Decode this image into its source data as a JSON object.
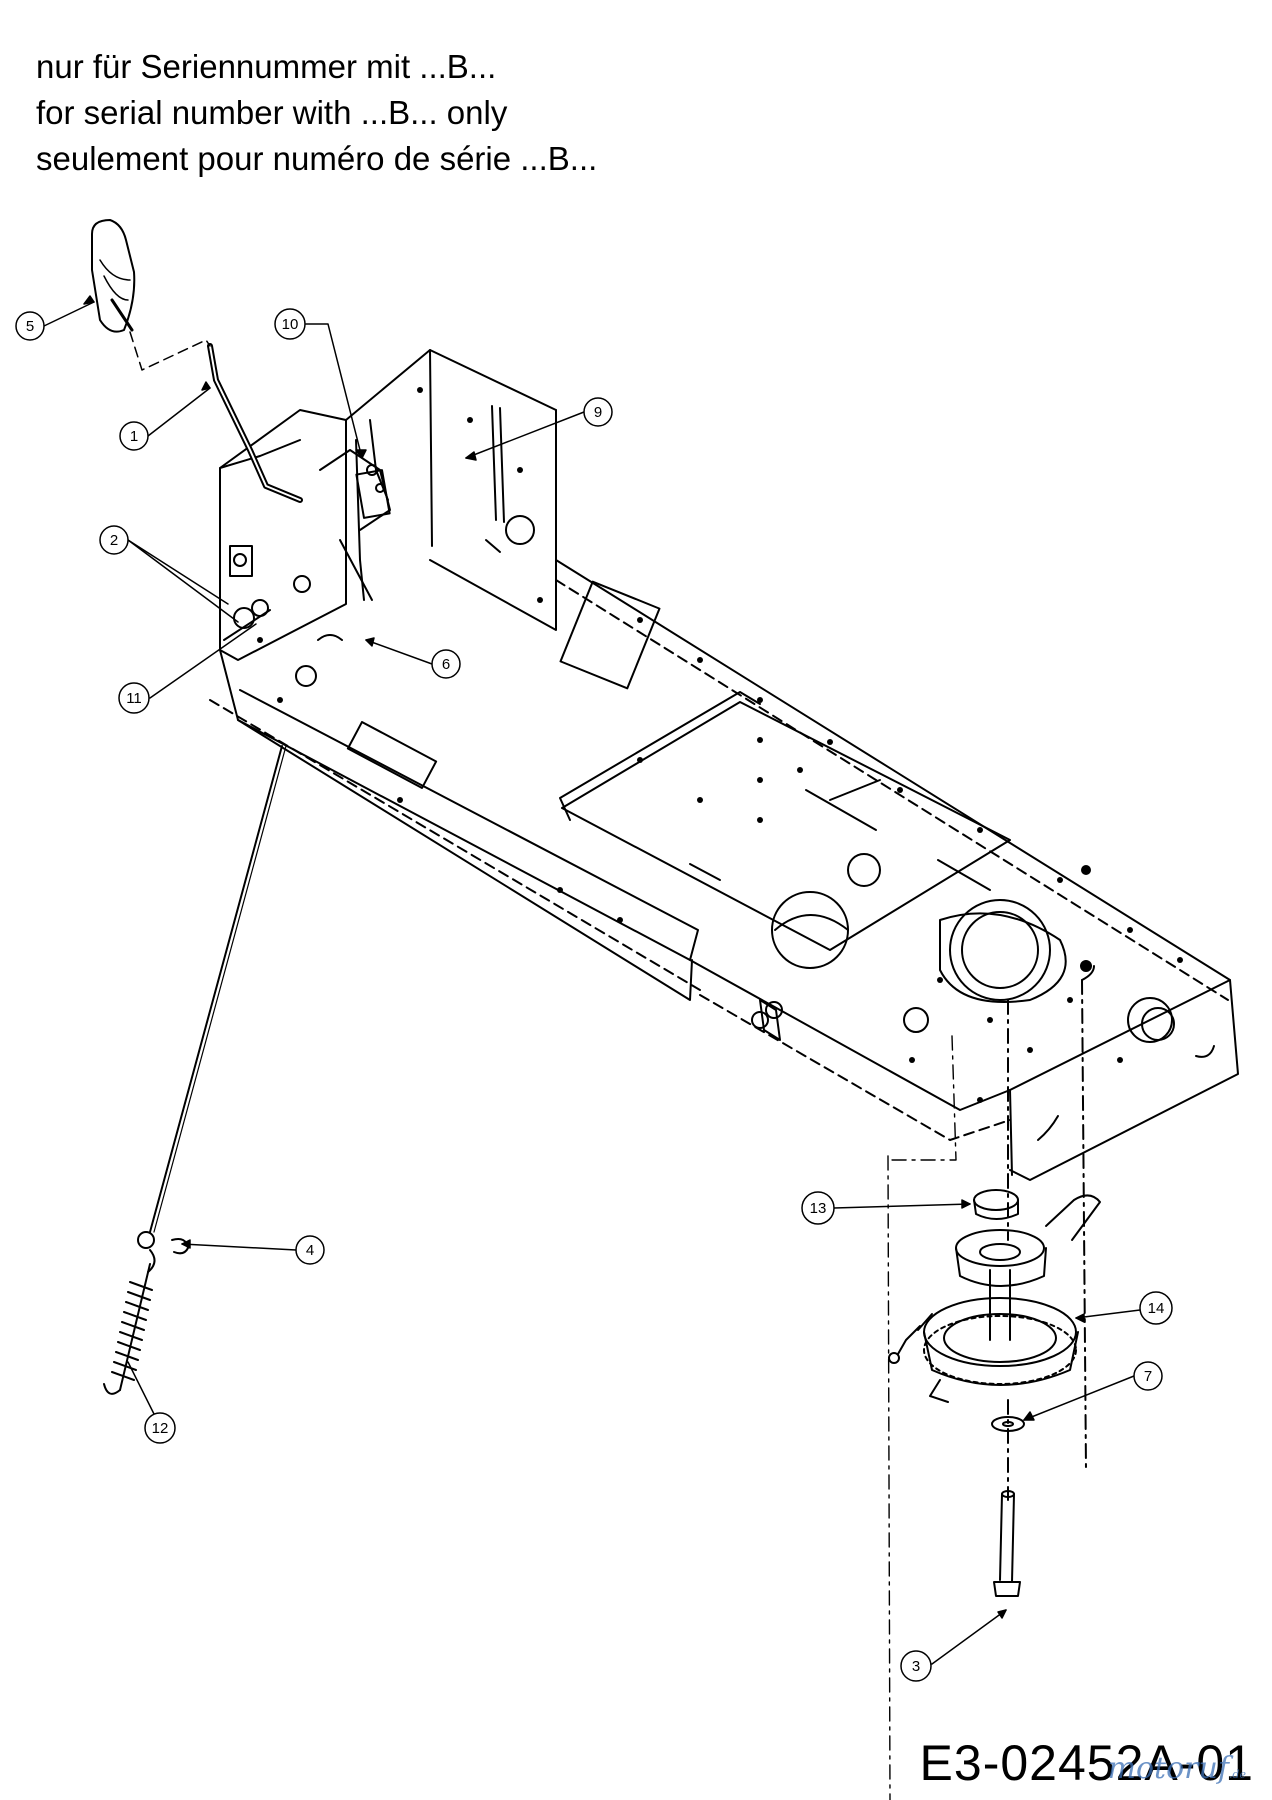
{
  "note": {
    "line_de": "nur für Seriennummer mit ...B...",
    "line_en": "for serial number with ...B... only",
    "line_fr": "seulement pour numéro de série ...B..."
  },
  "drawing_code": "E3-02452A-01",
  "watermark": "motoruf",
  "watermark_suffix": ".de",
  "callouts": {
    "c1": "1",
    "c2": "2",
    "c3": "3",
    "c4": "4",
    "c5": "5",
    "c6": "6",
    "c7": "7",
    "c9": "9",
    "c10": "10",
    "c11": "11",
    "c12": "12",
    "c13": "13",
    "c14": "14"
  }
}
